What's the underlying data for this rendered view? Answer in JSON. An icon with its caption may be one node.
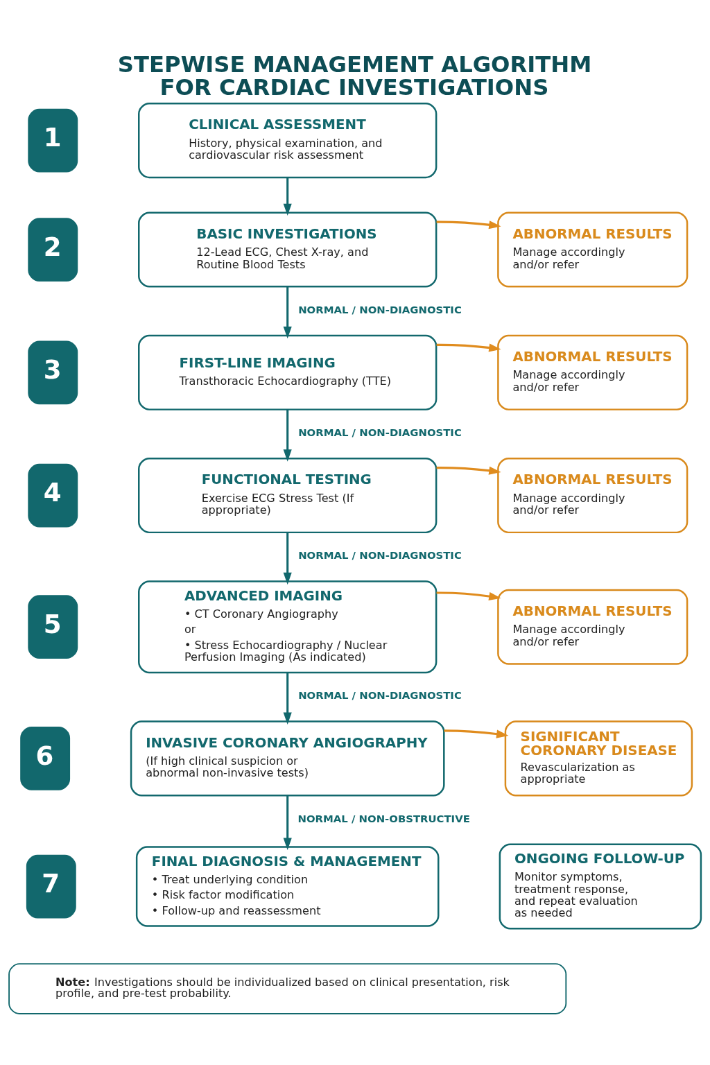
{
  "diagram": {
    "title": "STEPWISE MANAGEMENT ALGORITHM FOR CARDIAC INVESTIGATIONS",
    "nodes": [
      {
        "text": [
          "1"
        ]
      },
      {
        "text": [
          "CLINICAL ASSESSMENT",
          "History, physical examination, and cardiovascular risk assessment"
        ]
      },
      {
        "text": [
          "2"
        ]
      },
      {
        "text": [
          "BASIC INVESTIGATIONS",
          "12-Lead ECG, Chest X-ray, and Routine Blood Tests"
        ]
      },
      {
        "text": [
          "ABNORMAL RESULTS",
          "Manage accordingly and/or refer"
        ]
      },
      {
        "text": [
          "3"
        ]
      },
      {
        "text": [
          "FIRST-LINE IMAGING",
          "Transthoracic Echocardiography (TTE)"
        ]
      },
      {
        "text": [
          "ABNORMAL RESULTS",
          "Manage accordingly and/or refer"
        ]
      },
      {
        "text": [
          "4"
        ]
      },
      {
        "text": [
          "FUNCTIONAL TESTING",
          "Exercise ECG Stress Test (If appropriate)"
        ]
      },
      {
        "text": [
          "ABNORMAL RESULTS",
          "Manage accordingly and/or refer"
        ]
      },
      {
        "text": [
          "5"
        ]
      },
      {
        "text": [
          "ADVANCED IMAGING",
          "• CT Coronary Angiography",
          "or",
          "• Stress Echocardiography / Nuclear Perfusion Imaging (As indicated)"
        ]
      },
      {
        "text": [
          "ABNORMAL RESULTS",
          "Manage accordingly and/or refer"
        ]
      },
      {
        "text": [
          "6"
        ]
      },
      {
        "text": [
          "INVASIVE CORONARY ANGIOGRAPHY",
          "(If high clinical suspicion or abnormal non-invasive tests)"
        ]
      },
      {
        "text": [
          "SIGNIFICANT CORONARY DISEASE",
          "Revascularization as appropriate"
        ]
      },
      {
        "text": [
          "7"
        ]
      },
      {
        "text": [
          "FINAL DIAGNOSIS & MANAGEMENT",
          "• Treat underlying condition",
          "• Risk factor modification",
          "• Follow-up and reassessment"
        ]
      },
      {
        "text": [
          "ONGOING FOLLOW-UP",
          "Monitor symptoms, treatment response, and repeat evaluation as needed"
        ]
      },
      {
        "text": [
          "**Note:** Investigations should be individualized based on clinical presentation, risk profile, and pre-test probability."
        ]
      }
    ],
    "edges": [
      {
        "from": 1,
        "to": 3,
        "arrow": "to"
      },
      {
        "from": 3,
        "to": 4,
        "arrow": "to",
        "color": "#e08c1e"
      },
      {
        "from": 3,
        "to": 6,
        "arrow": "to",
        "label": "NORMAL / NON-DIAGNOSTIC"
      },
      {
        "from": 6,
        "to": 7,
        "arrow": "to",
        "color": "#e08c1e"
      },
      {
        "from": 6,
        "to": 9,
        "arrow": "to",
        "label": "NORMAL / NON-DIAGNOSTIC"
      },
      {
        "from": 9,
        "to": 10,
        "arrow": "to",
        "color": "#e08c1e"
      },
      {
        "from": 9,
        "to": 12,
        "arrow": "to",
        "label": "NORMAL / NON-DIAGNOSTIC"
      },
      {
        "from": 12,
        "to": 13,
        "arrow": "to",
        "color": "#e08c1e"
      },
      {
        "from": 12,
        "to": 15,
        "arrow": "to",
        "label": "NORMAL / NON-DIAGNOSTIC"
      },
      {
        "from": 15,
        "to": 16,
        "arrow": "to",
        "color": "#e08c1e"
      },
      {
        "from": 15,
        "to": 18,
        "arrow": "to",
        "label": "NORMAL / NON-OBSTRUCTIVE"
      }
    ]
  }
}
